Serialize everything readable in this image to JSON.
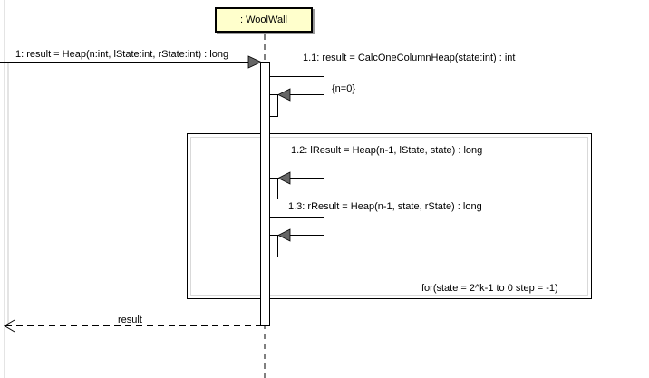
{
  "lifeline": {
    "name": ": WoolWall"
  },
  "messages": {
    "m1": "1: result = Heap(n:int, lState:int, rState:int) : long",
    "m1_1": "1.1: result = CalcOneColumnHeap(state:int) : int",
    "constraint": "{n=0}",
    "m1_2": "1.2: lResult = Heap(n-1, lState, state) : long",
    "m1_3": "1.3: rResult = Heap(n-1, state, rState) : long",
    "return": "result"
  },
  "fragment": {
    "guard": "for(state = 2^k-1 to 0 step = -1)"
  },
  "colors": {
    "lifeline_fill": "#ffffcc",
    "arrowhead": "#666666",
    "line": "#000000"
  }
}
